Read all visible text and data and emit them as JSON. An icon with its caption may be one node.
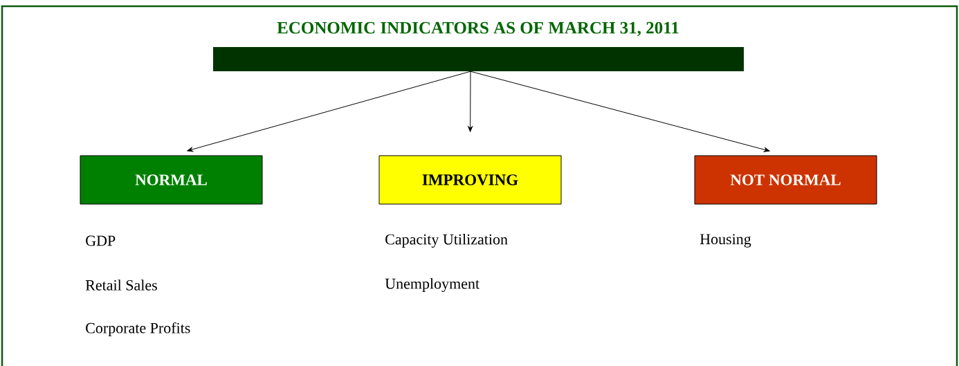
{
  "diagram": {
    "title": "ECONOMIC INDICATORS AS OF MARCH 31, 2011",
    "nodes": [
      {
        "text": [],
        "shape": "bar"
      },
      {
        "text": [
          "NORMAL"
        ],
        "beside": [
          "GDP",
          "Retail Sales",
          "Corporate Profits"
        ]
      },
      {
        "text": [
          "IMPROVING"
        ],
        "beside": [
          "Capacity Utilization",
          "Unemployment"
        ]
      },
      {
        "text": [
          "NOT NORMAL"
        ],
        "beside": [
          "Housing"
        ]
      }
    ],
    "edges": [
      {
        "from": 0,
        "to": 1,
        "arrow": "to"
      },
      {
        "from": 0,
        "to": 2,
        "arrow": "to"
      },
      {
        "from": 0,
        "to": 3,
        "arrow": "to"
      }
    ]
  }
}
